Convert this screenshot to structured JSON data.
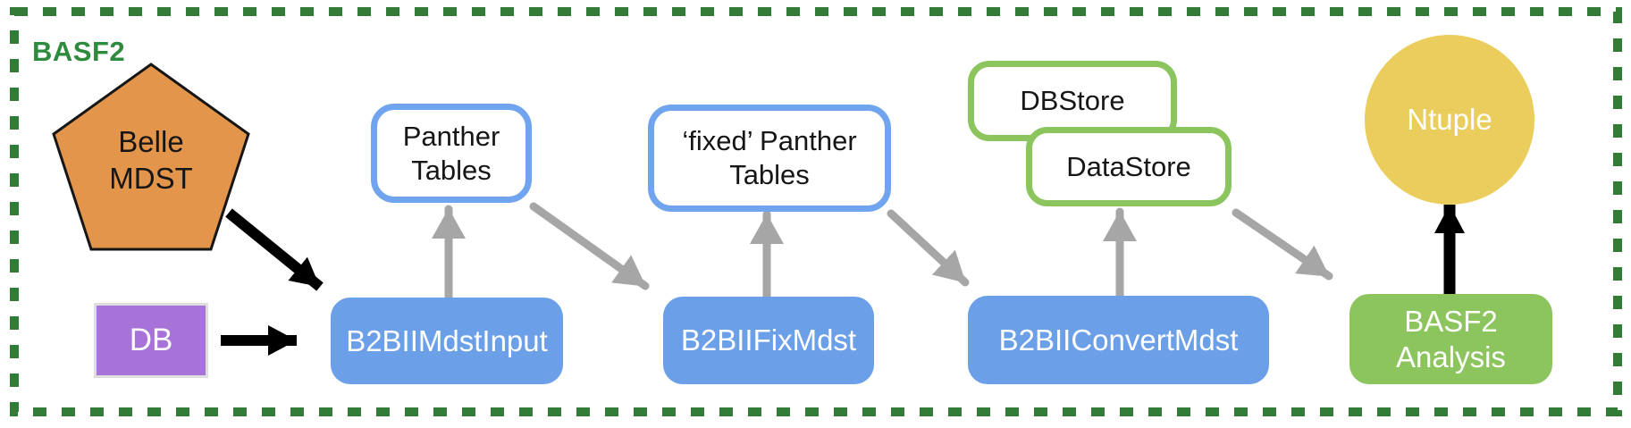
{
  "frame": {
    "label": "BASF2",
    "border_style": "green dashed rectangle enclosing the whole workflow"
  },
  "palette": {
    "frame_green": "#337C38",
    "title_green": "#2E8B3D",
    "pentagon_orange": "#E2954B",
    "db_purple": "#A873D8",
    "module_blue": "#6B9FE8",
    "panther_border_blue": "#70A4EE",
    "store_border_green": "#8CC45E",
    "analysis_green": "#8CC45E",
    "ntuple_yellow": "#EACD5C",
    "sketch_arrow_gray": "#A6A6A6",
    "arrow_black": "#000000"
  },
  "nodes": {
    "belle_mdst": {
      "line1": "Belle",
      "line2": "MDST",
      "shape": "orange pentagon"
    },
    "db": {
      "label": "DB",
      "shape": "purple rectangle"
    },
    "panther_tables": {
      "line1": "Panther",
      "line2": "Tables",
      "shape": "white rounded box, blue border"
    },
    "b2bii_mdst_input": {
      "label": "B2BIIMdstInput",
      "shape": "blue rounded box"
    },
    "fixed_panther_tables": {
      "line1": "‘fixed’ Panther",
      "line2": "Tables",
      "shape": "white rounded box, blue border"
    },
    "b2bii_fix_mdst": {
      "label": "B2BIIFixMdst",
      "shape": "blue rounded box"
    },
    "db_store": {
      "label": "DBStore",
      "shape": "white rounded box, green border"
    },
    "data_store": {
      "label": "DataStore",
      "shape": "white rounded box, green border"
    },
    "b2bii_convert_mdst": {
      "label": "B2BIIConvertMdst",
      "shape": "blue rounded box"
    },
    "basf2_analysis": {
      "line1": "BASF2",
      "line2": "Analysis",
      "shape": "green rounded box"
    },
    "ntuple": {
      "label": "Ntuple",
      "shape": "yellow circle"
    }
  },
  "edges": [
    {
      "from": "belle_mdst",
      "to": "b2bii_mdst_input",
      "style": "black solid arrow"
    },
    {
      "from": "db",
      "to": "b2bii_mdst_input",
      "style": "black solid arrow"
    },
    {
      "from": "b2bii_mdst_input",
      "to": "panther_tables",
      "style": "gray sketch arrow"
    },
    {
      "from": "panther_tables",
      "to": "b2bii_fix_mdst",
      "style": "gray sketch arrow"
    },
    {
      "from": "b2bii_fix_mdst",
      "to": "fixed_panther_tables",
      "style": "gray sketch arrow"
    },
    {
      "from": "fixed_panther_tables",
      "to": "b2bii_convert_mdst",
      "style": "gray sketch arrow"
    },
    {
      "from": "b2bii_convert_mdst",
      "to": "data_store",
      "style": "gray sketch arrow"
    },
    {
      "from": "data_store",
      "to": "basf2_analysis",
      "style": "gray sketch arrow"
    },
    {
      "from": "basf2_analysis",
      "to": "ntuple",
      "style": "black solid arrow"
    }
  ]
}
